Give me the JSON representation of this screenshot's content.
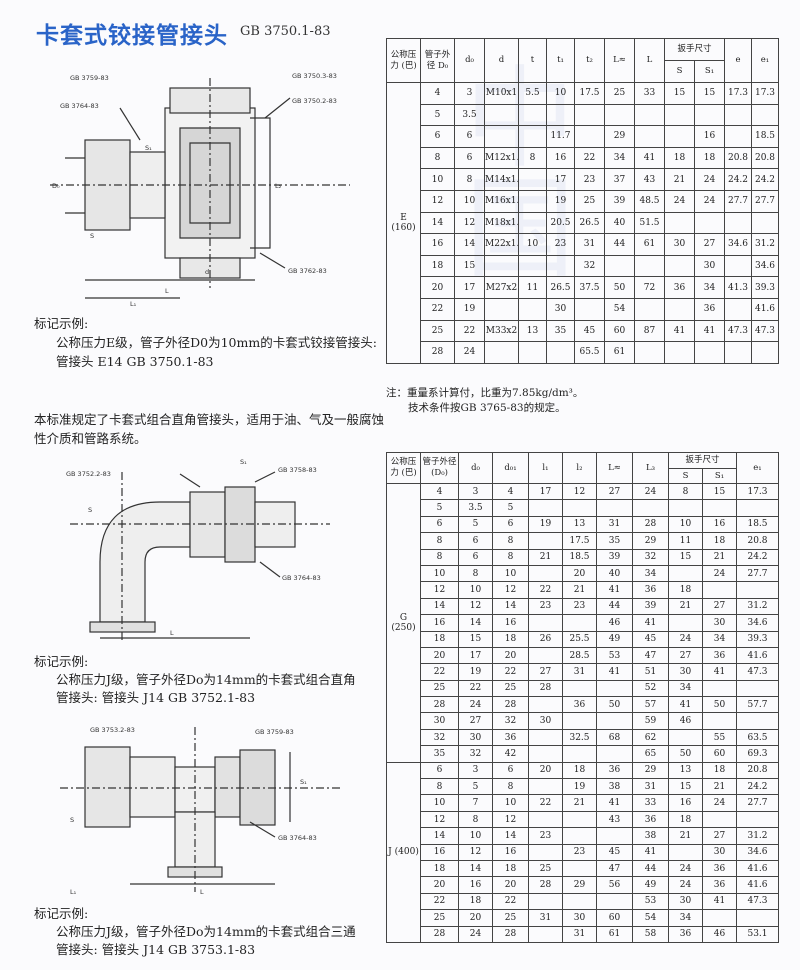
{
  "title": "卡套式铰接管接头",
  "standard": "GB 3750.1-83",
  "drawings": {
    "d1": {
      "labels": [
        "GB 3759-83",
        "GB 3764-83",
        "GB 3750.3-83",
        "GB 3750.2-83",
        "GB 3762-83",
        "L",
        "d",
        "D₀",
        "S",
        "S₁",
        "L₁",
        "L₂"
      ]
    },
    "d2": {
      "labels": [
        "GB 3752.2-83",
        "GB 3758-83",
        "GB 3764-83",
        "S",
        "S₁",
        "L"
      ]
    },
    "d3": {
      "labels": [
        "GB 3753.2-83",
        "GB 3759-83",
        "GB 3764-83",
        "S",
        "S₁",
        "L",
        "L₁"
      ]
    }
  },
  "examples": {
    "e1": {
      "heading": "标记示例:",
      "line1": "公称压力E级，管子外径D0为10mm的卡套式铰接管接头:",
      "line2": "管接头  E14  GB  3750.1-83"
    },
    "intro": "本标准规定了卡套式组合直角管接头，适用于油、气及一般腐蚀性介质和管路系统。",
    "e2": {
      "heading": "标记示例:",
      "line1": "公称压力J级，管子外径Do为14mm的卡套式组合直角",
      "line2": "管接头:  管接头    J14  GB  3752.1-83"
    },
    "e3": {
      "heading": "标记示例:",
      "line1": "公称压力J级，管子外径Do为14mm的卡套式组合三通",
      "line2": "管接头:  管接头    J14  GB  3753.1-83"
    }
  },
  "table1": {
    "headers": {
      "pressure": "公称压力 (巴)",
      "od": "管子外径 D₀",
      "d0": "d₀",
      "d": "d",
      "t": "t",
      "t1": "t₁",
      "t2": "t₂",
      "Lapprox": "L≈",
      "L": "L",
      "wrench": "扳手尺寸",
      "S": "S",
      "S1": "S₁",
      "e": "e",
      "e1": "e₁"
    },
    "group": "E (160)",
    "rows": [
      [
        "4",
        "3",
        "M10x1",
        "5.5",
        "10",
        "17.5",
        "25",
        "33",
        "15",
        "15",
        "17.3",
        "17.3"
      ],
      [
        "5",
        "3.5",
        "",
        "",
        "",
        "",
        "",
        "",
        "",
        "",
        "",
        ""
      ],
      [
        "6",
        "6",
        "",
        "",
        "11.7",
        "",
        "29",
        "",
        "",
        "16",
        "",
        "18.5"
      ],
      [
        "8",
        "6",
        "M12x1.5",
        "8",
        "16",
        "22",
        "34",
        "41",
        "18",
        "18",
        "20.8",
        "20.8"
      ],
      [
        "10",
        "8",
        "M14x1.5",
        "",
        "17",
        "23",
        "37",
        "43",
        "21",
        "24",
        "24.2",
        "24.2"
      ],
      [
        "12",
        "10",
        "M16x1.5",
        "",
        "19",
        "25",
        "39",
        "48.5",
        "24",
        "24",
        "27.7",
        "27.7"
      ],
      [
        "14",
        "12",
        "M18x1.5",
        "",
        "20.5",
        "26.5",
        "40",
        "51.5",
        "",
        "",
        "",
        ""
      ],
      [
        "16",
        "14",
        "M22x1.5",
        "10",
        "23",
        "31",
        "44",
        "61",
        "30",
        "27",
        "34.6",
        "31.2"
      ],
      [
        "18",
        "15",
        "",
        "",
        "",
        "32",
        "",
        "",
        "",
        "30",
        "",
        "34.6"
      ],
      [
        "20",
        "17",
        "M27x2",
        "11",
        "26.5",
        "37.5",
        "50",
        "72",
        "36",
        "34",
        "41.3",
        "39.3"
      ],
      [
        "22",
        "19",
        "",
        "",
        "30",
        "",
        "54",
        "",
        "",
        "36",
        "",
        "41.6"
      ],
      [
        "25",
        "22",
        "M33x2",
        "13",
        "35",
        "45",
        "60",
        "87",
        "41",
        "41",
        "47.3",
        "47.3"
      ],
      [
        "28",
        "24",
        "",
        "",
        "",
        "65.5",
        "61",
        "",
        "",
        "",
        "",
        ""
      ]
    ]
  },
  "notes": {
    "n1": "注：重量系计算付，比重为7.85kg/dm³。",
    "n2": "技术条件按GB 3765-83的规定。"
  },
  "table2": {
    "headers": {
      "pressure": "公称压力 (巴)",
      "od": "管子外径 (D₀)",
      "d0": "d₀",
      "d01": "d₀₁",
      "l1": "l₁",
      "l2": "l₂",
      "Lapprox": "L≈",
      "L3": "L₃",
      "wrench": "扳手尺寸",
      "S": "S",
      "S1": "S₁",
      "e1": "e₁"
    },
    "groupG": "G (250)",
    "groupJ": "J (400)",
    "rows": [
      [
        "4",
        "3",
        "4",
        "17",
        "12",
        "27",
        "24",
        "8",
        "15",
        "17.3"
      ],
      [
        "5",
        "3.5",
        "5",
        "",
        "",
        "",
        "",
        "",
        "",
        ""
      ],
      [
        "6",
        "5",
        "6",
        "19",
        "13",
        "31",
        "28",
        "10",
        "16",
        "18.5"
      ],
      [
        "8",
        "6",
        "8",
        "",
        "17.5",
        "35",
        "29",
        "11",
        "18",
        "20.8"
      ],
      [
        "8",
        "6",
        "8",
        "21",
        "18.5",
        "39",
        "32",
        "15",
        "21",
        "24.2"
      ],
      [
        "10",
        "8",
        "10",
        "",
        "20",
        "40",
        "34",
        "",
        "24",
        "27.7"
      ],
      [
        "12",
        "10",
        "12",
        "22",
        "21",
        "41",
        "36",
        "18",
        "",
        ""
      ],
      [
        "14",
        "12",
        "14",
        "23",
        "23",
        "44",
        "39",
        "21",
        "27",
        "31.2"
      ],
      [
        "16",
        "14",
        "16",
        "",
        "",
        "46",
        "41",
        "",
        "30",
        "34.6"
      ],
      [
        "18",
        "15",
        "18",
        "26",
        "25.5",
        "49",
        "45",
        "24",
        "34",
        "39.3"
      ],
      [
        "20",
        "17",
        "20",
        "",
        "28.5",
        "53",
        "47",
        "27",
        "36",
        "41.6"
      ],
      [
        "22",
        "19",
        "22",
        "27",
        "31",
        "41",
        "51",
        "30",
        "41",
        "47.3"
      ],
      [
        "25",
        "22",
        "25",
        "28",
        "",
        "",
        "52",
        "34",
        "",
        ""
      ],
      [
        "28",
        "24",
        "28",
        "",
        "36",
        "50",
        "57",
        "41",
        "50",
        "57.7"
      ],
      [
        "30",
        "27",
        "32",
        "30",
        "",
        "",
        "59",
        "46",
        "",
        ""
      ],
      [
        "32",
        "30",
        "36",
        "",
        "32.5",
        "68",
        "62",
        "",
        "55",
        "63.5"
      ],
      [
        "35",
        "32",
        "42",
        "",
        "",
        "",
        "65",
        "50",
        "60",
        "69.3"
      ],
      [
        "6",
        "3",
        "6",
        "20",
        "18",
        "36",
        "29",
        "13",
        "18",
        "20.8"
      ],
      [
        "8",
        "5",
        "8",
        "",
        "19",
        "38",
        "31",
        "15",
        "21",
        "24.2"
      ],
      [
        "10",
        "7",
        "10",
        "22",
        "21",
        "41",
        "33",
        "16",
        "24",
        "27.7"
      ],
      [
        "12",
        "8",
        "12",
        "",
        "",
        "43",
        "36",
        "18",
        "",
        ""
      ],
      [
        "14",
        "10",
        "14",
        "23",
        "",
        "",
        "38",
        "21",
        "27",
        "31.2"
      ],
      [
        "16",
        "12",
        "16",
        "",
        "23",
        "45",
        "41",
        "",
        "30",
        "34.6"
      ],
      [
        "18",
        "14",
        "18",
        "25",
        "",
        "47",
        "44",
        "24",
        "36",
        "41.6"
      ],
      [
        "20",
        "16",
        "20",
        "28",
        "29",
        "56",
        "49",
        "24",
        "36",
        "41.6"
      ],
      [
        "22",
        "18",
        "22",
        "",
        "",
        "",
        "53",
        "30",
        "41",
        "47.3"
      ],
      [
        "25",
        "20",
        "25",
        "31",
        "30",
        "60",
        "54",
        "34",
        "",
        ""
      ],
      [
        "28",
        "24",
        "28",
        "",
        "31",
        "61",
        "58",
        "36",
        "46",
        "53.1"
      ]
    ]
  }
}
